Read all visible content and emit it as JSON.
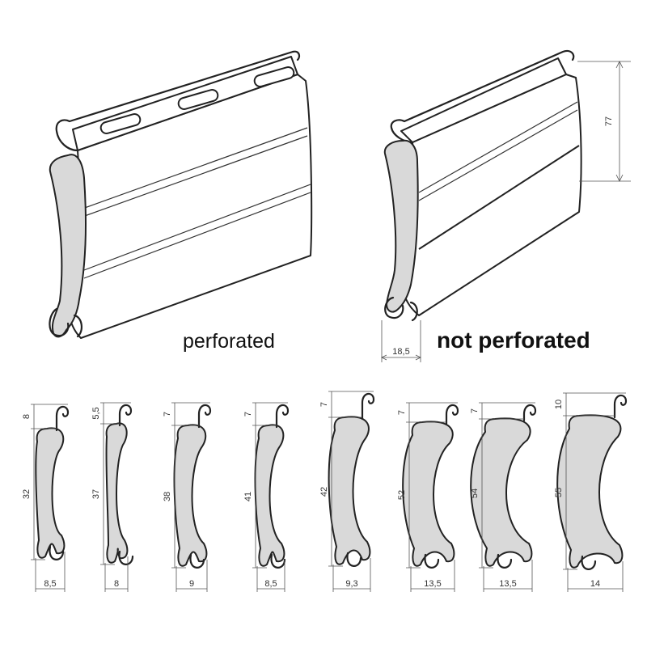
{
  "captions": {
    "perforated": "perforated",
    "not_perforated": "not perforated"
  },
  "slat_dimensions": {
    "height": "77",
    "thickness": "18,5"
  },
  "profiles": [
    {
      "hook": "8",
      "height": "32",
      "width": "8,5"
    },
    {
      "hook": "5,5",
      "height": "37",
      "width": "8"
    },
    {
      "hook": "7",
      "height": "38",
      "width": "9"
    },
    {
      "hook": "7",
      "height": "41",
      "width": "8,5"
    },
    {
      "hook": "7",
      "height": "42",
      "width": "9,3"
    },
    {
      "hook": "7",
      "height": "52",
      "width": "13,5"
    },
    {
      "hook": "7",
      "height": "54",
      "width": "13,5"
    },
    {
      "hook": "10",
      "height": "55",
      "width": "14"
    }
  ]
}
